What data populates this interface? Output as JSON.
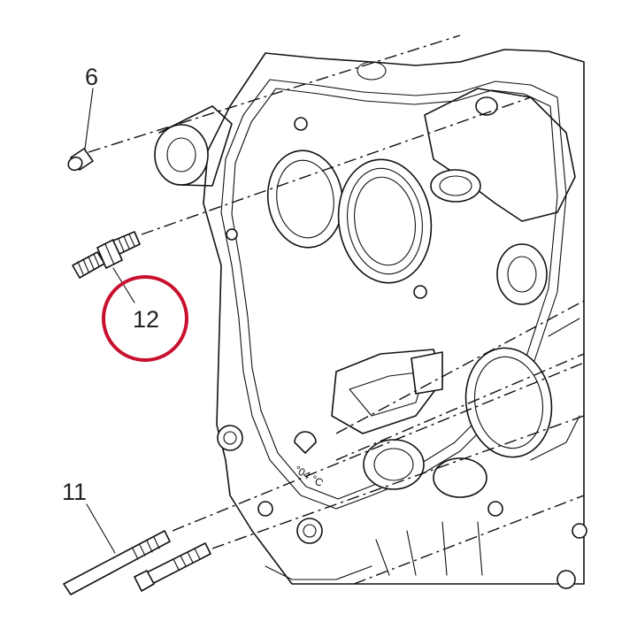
{
  "callouts": {
    "part_6": "6",
    "part_11": "11",
    "part_12": "12"
  },
  "casting_stamp": "°04 °C",
  "colors": {
    "line": "#111111",
    "highlight_ring": "#c8102e",
    "background": "#ffffff"
  }
}
